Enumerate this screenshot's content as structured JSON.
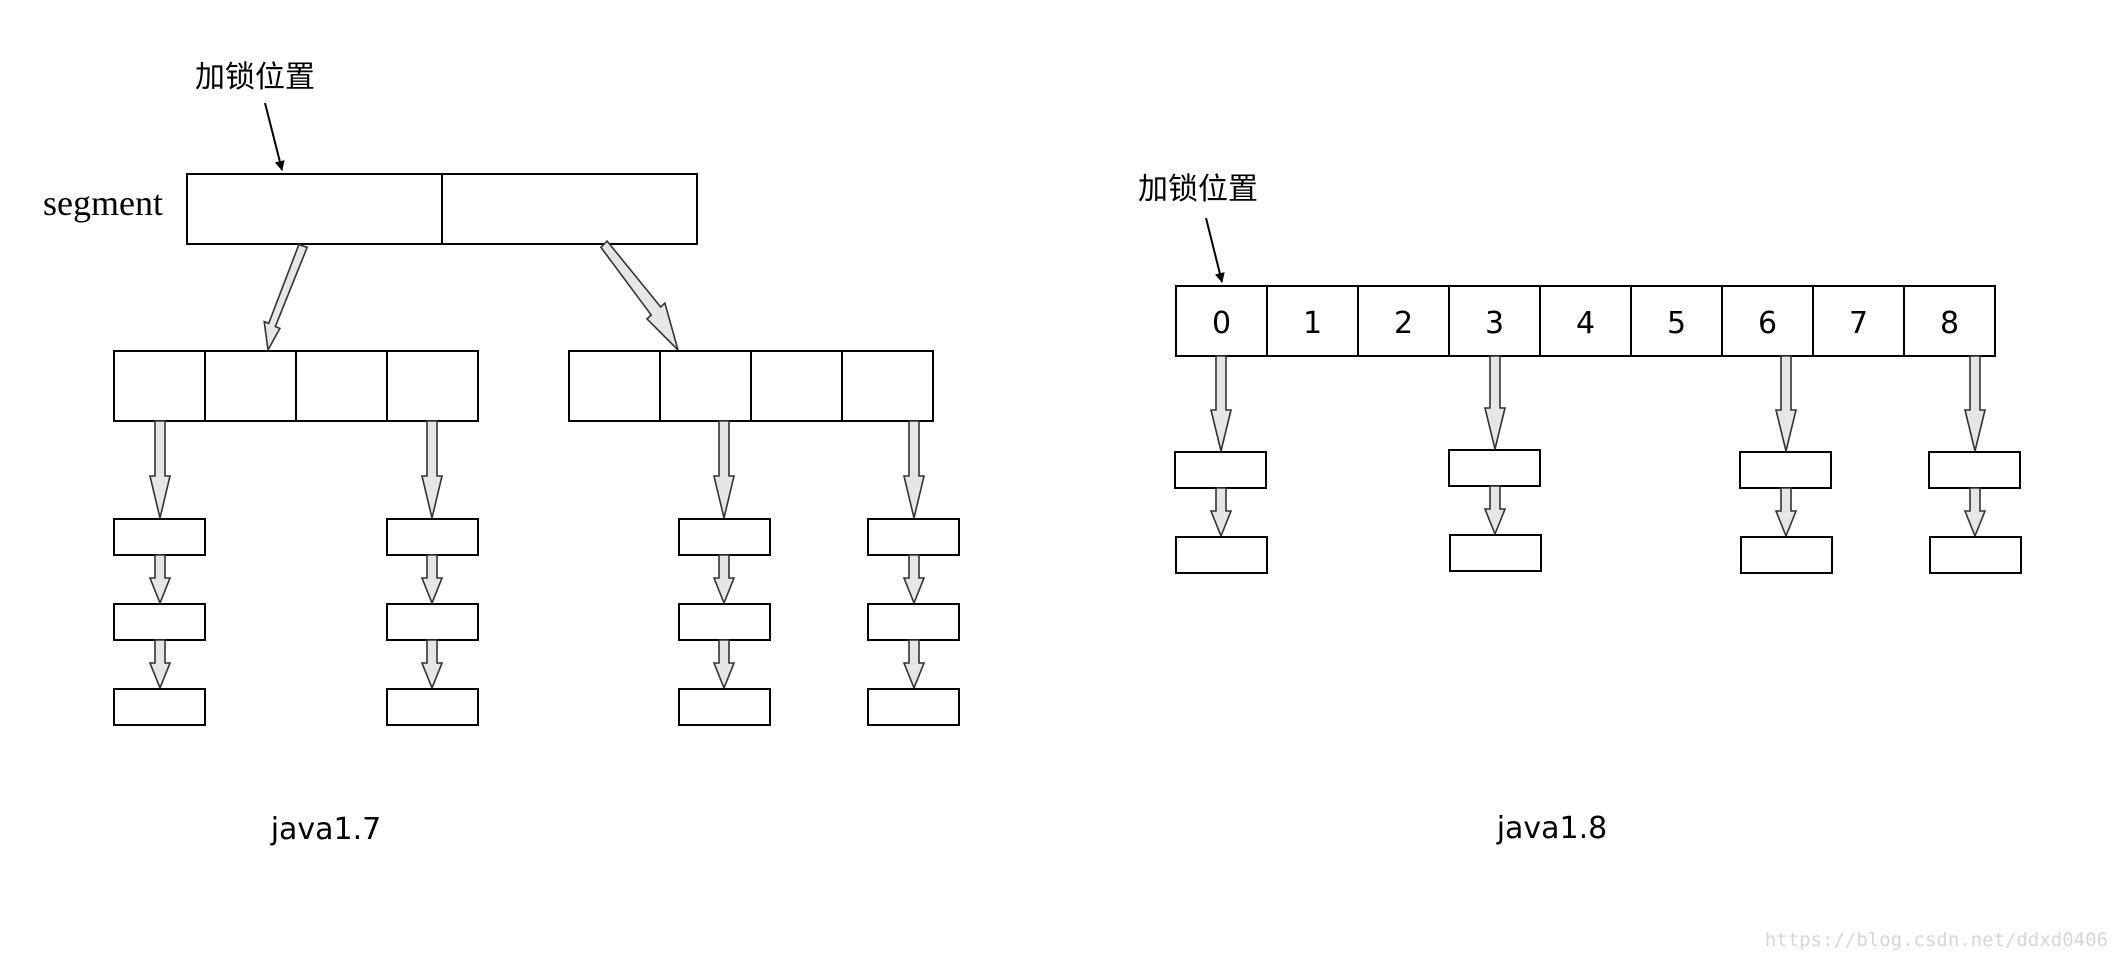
{
  "java17": {
    "lock_label": "加锁位置",
    "segment_label": "segment",
    "caption": "java1.7"
  },
  "java18": {
    "lock_label": "加锁位置",
    "caption": "java1.8",
    "cells": [
      "0",
      "1",
      "2",
      "3",
      "4",
      "5",
      "6",
      "7",
      "8"
    ]
  },
  "watermark": "https://blog.csdn.net/ddxd0406"
}
